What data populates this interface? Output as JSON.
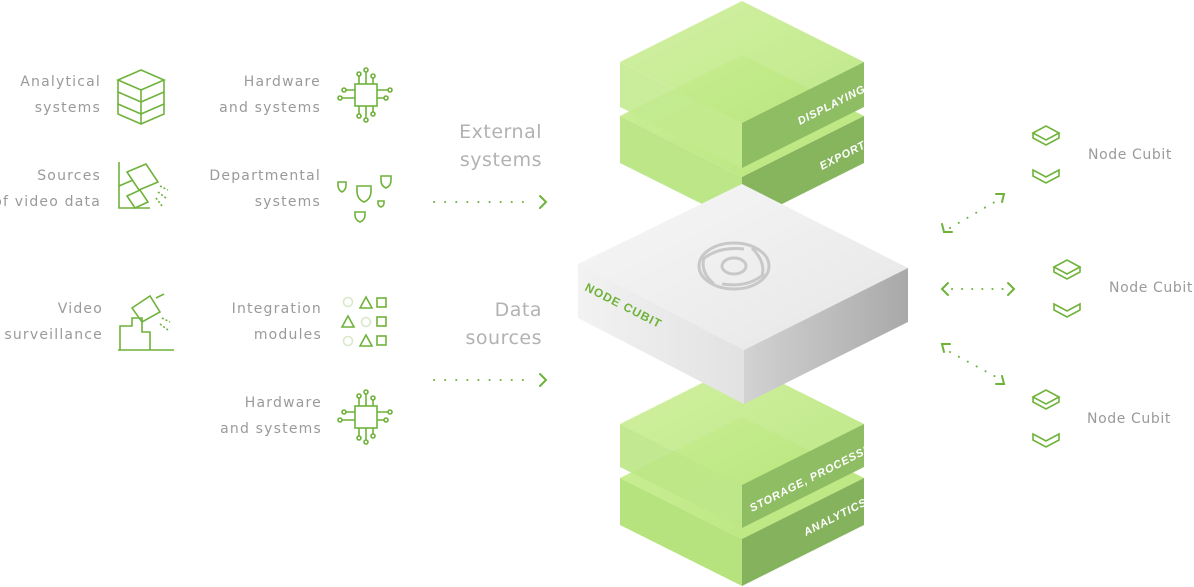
{
  "left_col1": [
    {
      "l1": "Analytical",
      "l2": "systems",
      "icon": "database-stack-icon"
    },
    {
      "l1": "Sources",
      "l2": "of video data",
      "icon": "video-cameras-icon"
    },
    {
      "l1": "Video",
      "l2": "surveillance",
      "icon": "city-camera-icon"
    }
  ],
  "left_col2": [
    {
      "l1": "Hardware",
      "l2": "and systems",
      "icon": "chip-icon"
    },
    {
      "l1": "Departmental",
      "l2": "systems",
      "icon": "shields-icon"
    },
    {
      "l1": "Integration",
      "l2": "modules",
      "icon": "shapes-grid-icon"
    },
    {
      "l1": "Hardware",
      "l2": "and systems",
      "icon": "chip-icon"
    }
  ],
  "groups": {
    "external": {
      "l1": "External",
      "l2": "systems"
    },
    "data": {
      "l1": "Data",
      "l2": "sources"
    }
  },
  "layers": {
    "displaying": "DISPLAYING",
    "export": "EXPORT",
    "core": "NODE CUBIT",
    "storage": "STORAGE, PROCESSING",
    "analytics": "ANALYTICS"
  },
  "nodes": [
    "Node Cubit",
    "Node Cubit",
    "Node Cubit"
  ],
  "colors": {
    "accent": "#6fb23a",
    "layer_top": "#c3ec8a",
    "layer_side": "#9fd06a",
    "layer_label_band": "#79a85a",
    "core_top": "#f0f0f0",
    "core_side": "#cfcfcf",
    "text": "#9a9a9a"
  }
}
